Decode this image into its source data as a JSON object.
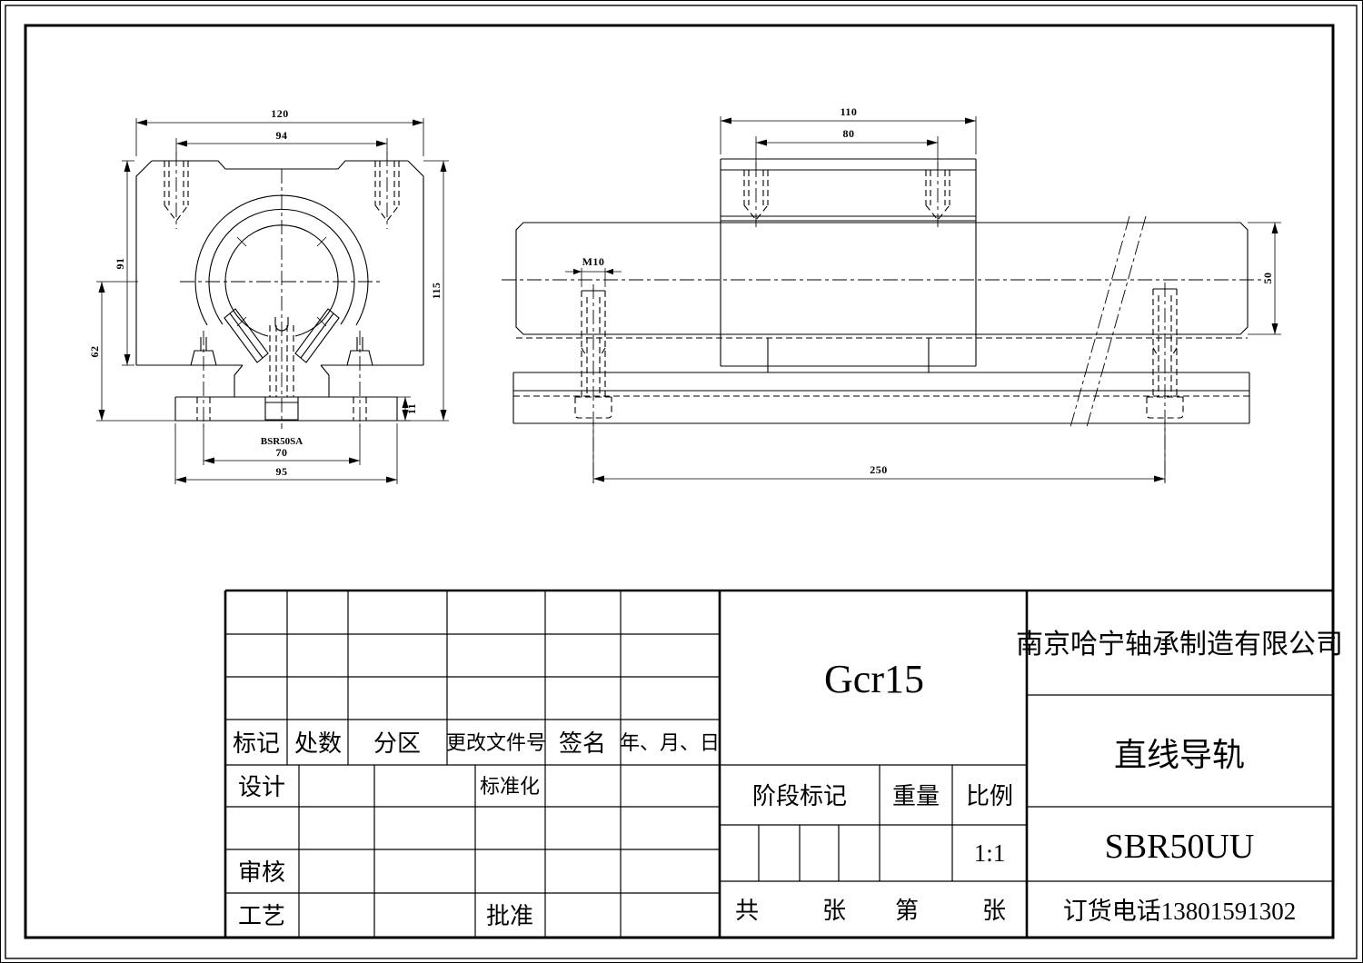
{
  "front_view": {
    "dim_width": "120",
    "dim_bolt_spacing": "94",
    "dim_side_height": "91",
    "dim_total_height": "115",
    "dim_center_height": "62",
    "dim_flange_thickness": "11",
    "model_label": "BSR50SA",
    "dim_base_hole_spacing": "70",
    "dim_base_width": "95"
  },
  "side_view": {
    "dim_block_length": "110",
    "dim_block_bolt_spacing": "80",
    "dim_thread": "M10",
    "dim_shaft_diameter": "50",
    "dim_rail_hole_pitch": "250"
  },
  "title_block": {
    "rev_headers": {
      "mark": "标记",
      "count": "处数",
      "zone": "分区",
      "change_doc": "更改文件号",
      "sign": "签名",
      "date": "年、月、日"
    },
    "roles": {
      "design": "设计",
      "standardization": "标准化",
      "review": "审核",
      "process": "工艺",
      "approval": "批准"
    },
    "fields": {
      "stage_mark": "阶段标记",
      "weight": "重量",
      "scale": "比例",
      "scale_value": "1:1"
    },
    "sheet": {
      "total": "共",
      "sheet1": "张",
      "no": "第",
      "sheet2": "张"
    },
    "material": "Gcr15",
    "company": "南京哈宁轴承制造有限公司",
    "product_name": "直线导轨",
    "model": "SBR50UU",
    "order_phone": "订货电话13801591302"
  }
}
